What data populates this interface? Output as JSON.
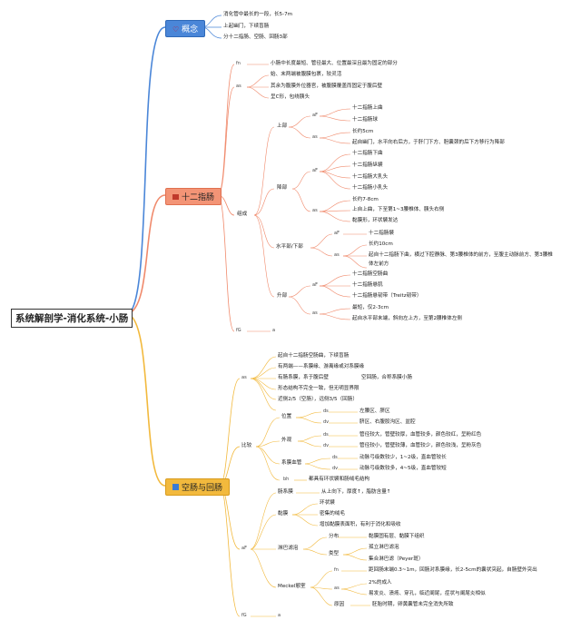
{
  "root": {
    "label": "系统解剖学-消化系统-小肠"
  },
  "concept": {
    "label": "概念",
    "icon": "heart-icon",
    "items": [
      "消化管中最长的一段，长5-7m",
      "上起幽门，下续盲肠",
      "分十二指肠、空肠、回肠3部"
    ]
  },
  "duodenum": {
    "label": "十二指肠",
    "icon": "house-icon",
    "fn": {
      "key": "fn",
      "text": "小肠中长度最短、管径最大、位置最深且最为固定的部分"
    },
    "as": {
      "key": "as",
      "items": [
        "始、末两端被腹膜包裹，较灵活",
        "其余为腹膜外位器官，被腹膜覆盖而固定于腹后壁",
        "呈C形，包绕胰头"
      ]
    },
    "composition": {
      "label": "组成",
      "upper": {
        "label": "上部",
        "af_key": "aF",
        "af": [
          "十二指肠上曲",
          "十二指肠球"
        ],
        "as_key": "as",
        "as": [
          "长约5cm",
          "起自幽门，水平向右后方，于肝门下方、胆囊颈的后下方移行为降部"
        ]
      },
      "descending": {
        "label": "降部",
        "af_key": "aF",
        "af": [
          "十二指肠下曲",
          "十二指肠纵襞",
          "十二指肠大乳头",
          "十二指肠小乳头"
        ],
        "as_key": "as",
        "as": [
          "长约7-8cm",
          "上自上曲，下至第1~3腰椎体、胰头右侧",
          "黏膜形，环状襞发达"
        ]
      },
      "horizontal": {
        "label": "水平部/下部",
        "af_key": "aF",
        "af": [
          "十二指肠襞"
        ],
        "as_key": "as",
        "as": [
          "长约10cm",
          "起自十二指肠下曲，横过下腔静脉、第3腰椎体的前方，至腹主动脉前方、第3腰椎",
          "体左前方"
        ]
      },
      "ascending": {
        "label": "升部",
        "af_key": "aF",
        "af": [
          "十二指肠空肠曲",
          "十二指肠悬肌",
          "十二指肠悬韧带（Treitz韧带）"
        ],
        "as_key": "as",
        "as": [
          "最短，仅2-3cm",
          "起自水平部末端，斜向左上方，至第2腰椎体左侧"
        ]
      }
    },
    "fg": {
      "key": "fG",
      "value": "a"
    }
  },
  "jejunum_ileum": {
    "label": "空肠与回肠",
    "icon": "square-icon",
    "as": {
      "key": "as",
      "items": [
        "起自十二指肠空肠曲，下续盲肠",
        "有两端——系膜缘、游离缘或对系膜缘",
        "有肠系膜，系于腹后壁",
        "空回肠，合称系膜小肠",
        "形态结构不完全一致，但无明显界限",
        "近侧2/5（空肠），远侧3/5（回肠）"
      ]
    },
    "compare": {
      "label": "比较",
      "position": {
        "label": "位置",
        "rows": [
          {
            "k": "ds",
            "v": "左腰区、脐区"
          },
          {
            "k": "dv",
            "v": "脐区、右腹股沟区、盆腔"
          }
        ]
      },
      "appearance": {
        "label": "外观",
        "rows": [
          {
            "k": "ds",
            "v": "管径较大，管壁较厚，血管较多，颜色较红，呈粉红色"
          },
          {
            "k": "dv",
            "v": "管径较小，管壁较薄，血管较少，颜色较浅，呈粉灰色"
          }
        ]
      },
      "vessels": {
        "label": "系膜血管",
        "rows": [
          {
            "k": "ds",
            "v": "动脉弓级数较少，1~2级，直血管较长"
          },
          {
            "k": "dv",
            "v": "动脉弓级数较多，4~5级，直血管较短"
          }
        ]
      },
      "bh": {
        "k": "bh",
        "v": "都具有环状襞和肠绒毛结构"
      }
    },
    "af": {
      "key": "aF",
      "mesentery": {
        "label": "肠系膜",
        "text": "从上向下，厚度↑，脂肪含量↑"
      },
      "mucosa": {
        "label": "黏膜",
        "items": [
          "环状襞",
          "密集的绒毛",
          "增加黏膜表面积，有利于消化和吸收"
        ]
      },
      "lymph": {
        "label": "淋巴滤泡",
        "distribution": {
          "label": "分布",
          "text": "黏膜固有层、黏膜下组织"
        },
        "types": {
          "label": "类型",
          "items": [
            "孤立淋巴滤泡",
            "集合淋巴滤（Peyer斑）"
          ]
        }
      },
      "meckel": {
        "label": "Meckel憩室",
        "fn": {
          "key": "fn",
          "text": "距回肠末端0.3~1m，回肠对系膜缘，长2-5cm的囊状突起，自肠壁外突出"
        },
        "as": {
          "key": "as",
          "items": [
            "2%的成人",
            "易发炎、溃疡、穿孔，临近阑尾，症状与阑尾炎相似"
          ]
        },
        "cause": {
          "label": "原因",
          "text": "胚胎时期，卵黄囊管未完全消失所致"
        }
      }
    },
    "fg": {
      "key": "fG",
      "value": "a"
    }
  },
  "colors": {
    "blue": "#4a86d8",
    "orange": "#f08a6c",
    "yellow": "#f2b93d"
  }
}
